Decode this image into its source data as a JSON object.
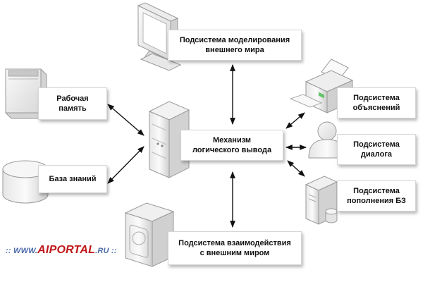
{
  "nodes": {
    "modeling": "Подсистема моделирования\nвнешнего мира",
    "working_memory": "Рабочая\nпамять",
    "inference": "Механизм\nлогического вывода",
    "knowledge_base": "База знаний",
    "explanation": "Подсистема\nобъяснений",
    "dialog": "Подсистема\nдиалога",
    "kb_update": "Подсистема\nпополнения БЗ",
    "interaction": "Подсистема взаимодействия\nс внешним миром"
  },
  "watermark": {
    "prefix": ":: WWW.",
    "brand": "AIPORTAL",
    "suffix": ".RU ::"
  },
  "icons": {
    "monitor": "monitor-icon",
    "document": "document-icon",
    "server": "server-icon",
    "database": "database-icon",
    "printer": "printer-icon",
    "user": "user-icon",
    "computer": "computer-tower-icon",
    "hardware": "hardware-box-icon"
  },
  "colors": {
    "arrow": "#111111",
    "icon_fill": "#efefef",
    "icon_stroke": "#9a9a9a"
  }
}
